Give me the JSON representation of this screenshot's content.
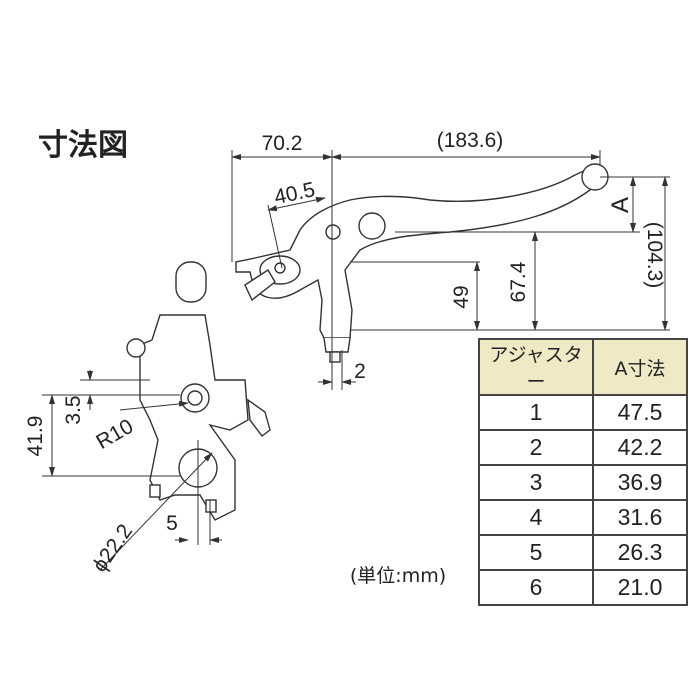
{
  "title": "寸法図",
  "dimensions": {
    "d70_2": "70.2",
    "d183_6": "(183.6)",
    "d40_5": "40.5",
    "A": "A",
    "d104_3": "(104.3)",
    "d67_4": "67.4",
    "d49": "49",
    "d2": "2",
    "d3_5": "3.5",
    "r10": "R10",
    "d41_9": "41.9",
    "d5": "5",
    "phi22_2": "ϕ22.2"
  },
  "unit_note": "(単位:mm)",
  "table": {
    "headers": [
      "アジャスター",
      "A寸法"
    ],
    "rows": [
      [
        "1",
        "47.5"
      ],
      [
        "2",
        "42.2"
      ],
      [
        "3",
        "36.9"
      ],
      [
        "4",
        "31.6"
      ],
      [
        "5",
        "26.3"
      ],
      [
        "6",
        "21.0"
      ]
    ],
    "header_color": "#efe9c6"
  }
}
